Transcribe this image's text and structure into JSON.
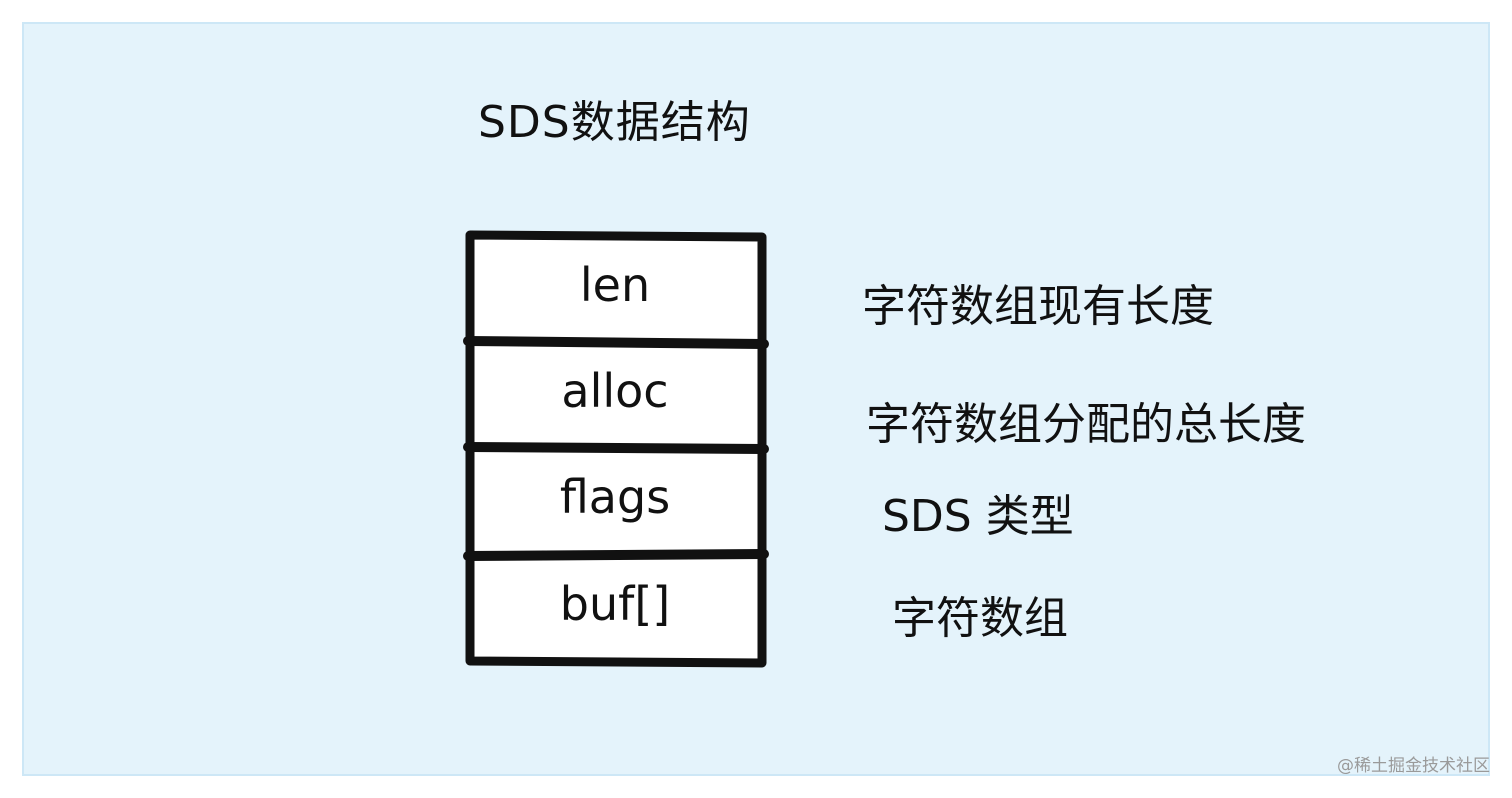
{
  "diagram": {
    "title": "SDS数据结构",
    "fields": [
      {
        "name": "len",
        "description": "字符数组现有长度"
      },
      {
        "name": "alloc",
        "description": "字符数组分配的总长度"
      },
      {
        "name": "flags",
        "description": "SDS 类型"
      },
      {
        "name": "buf[]",
        "description": "字符数组"
      }
    ]
  },
  "watermark": "@稀土掘金技术社区",
  "colors": {
    "background": "#e4f3fb",
    "stroke": "#111111",
    "box_fill": "#ffffff"
  }
}
